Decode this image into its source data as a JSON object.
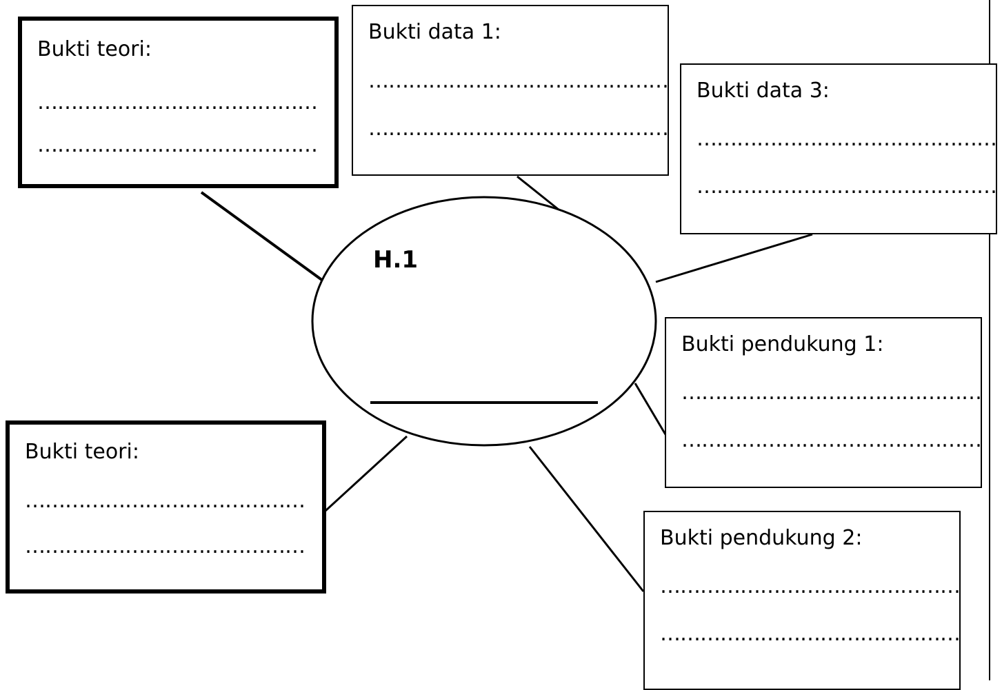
{
  "hypothesis": {
    "label": "H.1"
  },
  "boxes": {
    "theory_top": {
      "title": "Bukti teori:",
      "line1": "……………………………………",
      "line2": "……………………………………"
    },
    "data1": {
      "title": "Bukti data 1:",
      "line1": "………………………………………",
      "line2": "………………………………………"
    },
    "data3": {
      "title": "Bukti data 3:",
      "line1": "………………………………………",
      "line2": "………………………………………"
    },
    "support1": {
      "title": "Bukti pendukung 1:",
      "line1": "………………………………………",
      "line2": "………………………………………"
    },
    "theory_bottom": {
      "title": "Bukti teori:",
      "line1": "……………………………………",
      "line2": "……………………………………"
    },
    "support2": {
      "title": "Bukti pendukung 2:",
      "line1": "………………………………………",
      "line2": "………………………………………"
    }
  }
}
